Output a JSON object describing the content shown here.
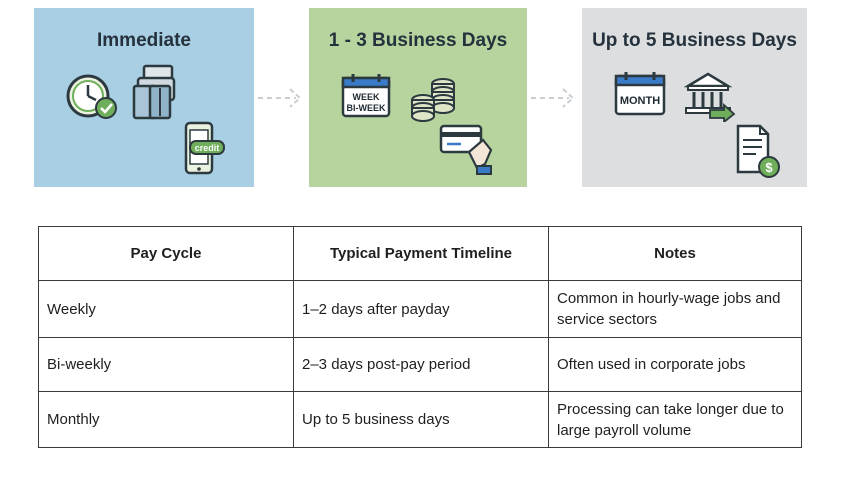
{
  "panels": [
    {
      "title": "Immediate",
      "icons": [
        "clock-check-icon",
        "card-terminal-icon",
        "phone-credit-icon"
      ],
      "phone_label": "credit"
    },
    {
      "title": "1 - 3 Business Days",
      "icons": [
        "calendar-week-icon",
        "coin-stack-icon",
        "hand-card-icon"
      ],
      "calendar_line1": "WEEK",
      "calendar_line2": "BI-WEEK"
    },
    {
      "title": "Up to 5 Business Days",
      "icons": [
        "calendar-month-icon",
        "bank-transfer-icon",
        "invoice-dollar-icon"
      ],
      "calendar_label": "MONTH",
      "invoice_symbol": "$"
    }
  ],
  "colors": {
    "immediate_bg": "#a8cfe3",
    "business_bg": "#b7d49e",
    "five_day_bg": "#dcdedf",
    "icon_accent": "#3a7bc8",
    "icon_green": "#6fae5a"
  },
  "table": {
    "headers": [
      "Pay Cycle",
      "Typical Payment Timeline",
      "Notes"
    ],
    "rows": [
      [
        "Weekly",
        "1–2 days after payday",
        "Common in hourly-wage jobs and service sectors"
      ],
      [
        "Bi-weekly",
        "2–3 days post-pay period",
        "Often used in corporate jobs"
      ],
      [
        "Monthly",
        "Up to 5 business days",
        "Processing can take longer due to large payroll volume"
      ]
    ]
  }
}
